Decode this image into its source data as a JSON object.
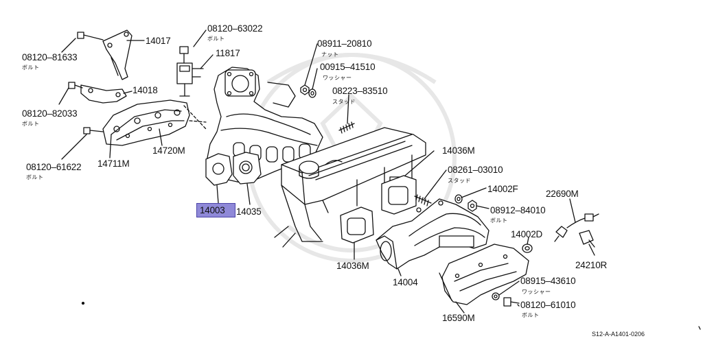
{
  "parts": [
    {
      "id": "p1",
      "number": "08120–81633",
      "sub": "ボルト"
    },
    {
      "id": "p2",
      "number": "14017",
      "sub": ""
    },
    {
      "id": "p3",
      "number": "08120–63022",
      "sub": "ボルト"
    },
    {
      "id": "p4",
      "number": "11817",
      "sub": ""
    },
    {
      "id": "p5",
      "number": "08911–20810",
      "sub": "ナット"
    },
    {
      "id": "p6",
      "number": "00915–41510",
      "sub": "ワッシャー"
    },
    {
      "id": "p7",
      "number": "08223–83510",
      "sub": "スタッド"
    },
    {
      "id": "p8",
      "number": "14018",
      "sub": ""
    },
    {
      "id": "p9",
      "number": "08120–82033",
      "sub": "ボルト"
    },
    {
      "id": "p10",
      "number": "14720M",
      "sub": ""
    },
    {
      "id": "p11",
      "number": "08120–61622",
      "sub": "ボルト"
    },
    {
      "id": "p12",
      "number": "14711M",
      "sub": ""
    },
    {
      "id": "p13",
      "number": "14003",
      "sub": "",
      "highlighted": true
    },
    {
      "id": "p14",
      "number": "14035",
      "sub": ""
    },
    {
      "id": "p15",
      "number": "14036M",
      "sub": ""
    },
    {
      "id": "p16",
      "number": "08261–03010",
      "sub": "スタッド"
    },
    {
      "id": "p17",
      "number": "14002F",
      "sub": ""
    },
    {
      "id": "p18",
      "number": "08912–84010",
      "sub": "ボルト"
    },
    {
      "id": "p19",
      "number": "22690M",
      "sub": ""
    },
    {
      "id": "p20",
      "number": "14036M",
      "sub": ""
    },
    {
      "id": "p21",
      "number": "14004",
      "sub": ""
    },
    {
      "id": "p22",
      "number": "14002D",
      "sub": ""
    },
    {
      "id": "p23",
      "number": "24210R",
      "sub": ""
    },
    {
      "id": "p24",
      "number": "08915–43610",
      "sub": "ワッシャー"
    },
    {
      "id": "p25",
      "number": "08120–61010",
      "sub": "ボルト"
    },
    {
      "id": "p26",
      "number": "16590M",
      "sub": ""
    }
  ],
  "diagram_code": "S12-A-A1401-0206",
  "highlight_color": "#8f89d8"
}
